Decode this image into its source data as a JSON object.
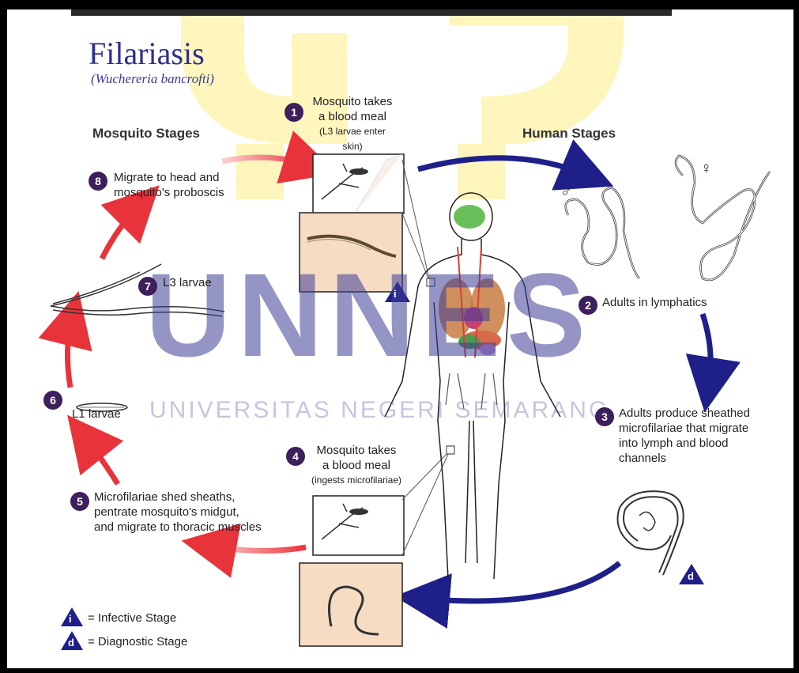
{
  "title": "Filariasis",
  "subtitle": "(Wuchereria bancrofti)",
  "sections": {
    "mosquito": "Mosquito Stages",
    "human": "Human Stages"
  },
  "steps": [
    {
      "num": "1",
      "lines": [
        "Mosquito takes",
        "a blood meal"
      ],
      "note": "(L3 larvae enter skin)"
    },
    {
      "num": "2",
      "lines": [
        "Adults in lymphatics"
      ]
    },
    {
      "num": "3",
      "lines": [
        "Adults produce sheathed",
        "microfilariae that migrate",
        "into lymph and blood",
        "channels"
      ]
    },
    {
      "num": "4",
      "lines": [
        "Mosquito takes",
        "a blood meal"
      ],
      "note": "(ingests microfilariae)"
    },
    {
      "num": "5",
      "lines": [
        "Microfilariae shed sheaths,",
        "pentrate mosquito's midgut,",
        "and migrate to thoracic muscles"
      ]
    },
    {
      "num": "6",
      "lines": [
        "L1 larvae"
      ]
    },
    {
      "num": "7",
      "lines": [
        "L3 larvae"
      ]
    },
    {
      "num": "8",
      "lines": [
        "Migrate to head and",
        "mosquito's proboscis"
      ]
    }
  ],
  "markers": {
    "infective": "i",
    "diagnostic": "d"
  },
  "gender": {
    "male": "♂",
    "female": "♀"
  },
  "legend": [
    {
      "symbol": "i",
      "label": "= Infective Stage"
    },
    {
      "symbol": "d",
      "label": "= Diagnostic Stage"
    }
  ],
  "watermark": {
    "big": "UNNES",
    "small": "UNIVERSITAS NEGERI SEMARANG"
  },
  "colors": {
    "title": "#2f2f8f",
    "red_arrow": "#e8333a",
    "blue_arrow": "#1f1f8a",
    "step_badge": "#3d1f5c",
    "inset_bg": "#f7dcc4"
  }
}
